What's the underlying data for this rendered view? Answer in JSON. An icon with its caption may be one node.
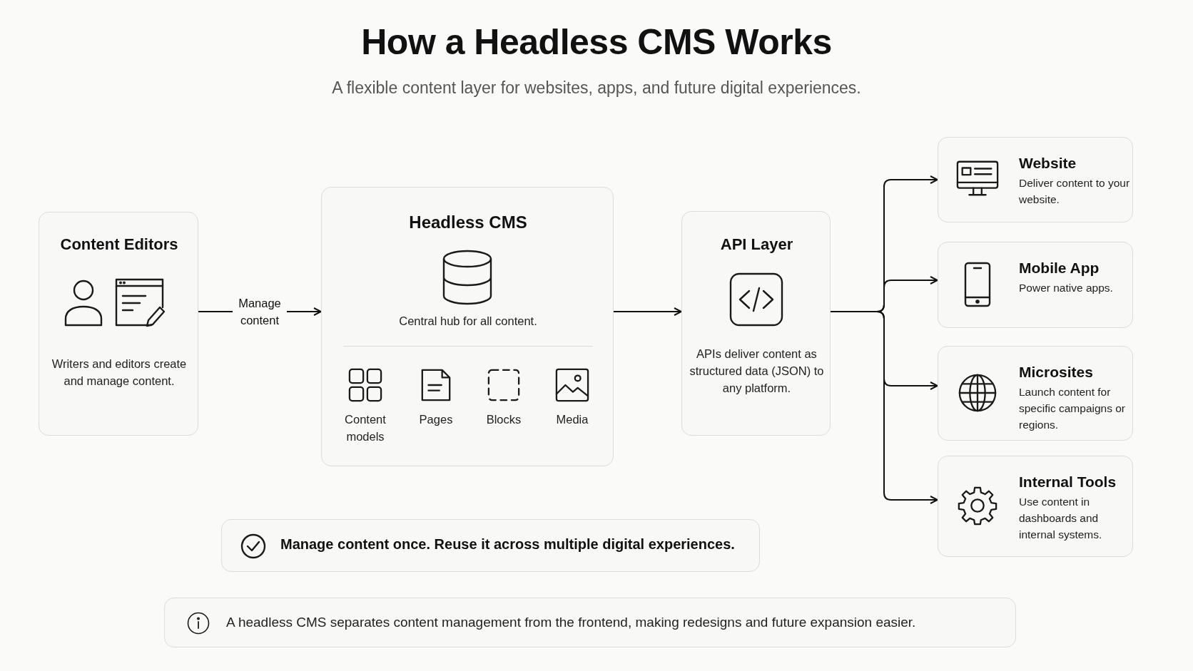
{
  "diagram": {
    "title": "How a Headless CMS Works",
    "nodes": [
      {
        "text": [
          "Content Editors",
          "Writers and editors create and manage content."
        ]
      },
      {
        "text": [
          "Headless CMS",
          "Central hub for all content."
        ]
      },
      {
        "text": [
          "API Layer",
          "APIs deliver content as structured data (JSON) to any platform."
        ]
      },
      {
        "text": [
          "Website",
          "Deliver content to your website."
        ]
      },
      {
        "text": [
          "Mobile App",
          "Power native apps."
        ]
      },
      {
        "text": [
          "Microsites",
          "Launch content for specific campaigns or regions."
        ]
      },
      {
        "text": [
          "Internal Tools",
          "Use content in dashboards and internal systems."
        ]
      },
      {
        "text": [
          "Manage content once. Reuse it across multiple digital experiences."
        ]
      },
      {
        "text": [
          "A headless CMS separates content management from the frontend, making redesigns and future expansion easier."
        ]
      }
    ],
    "edges": [
      {
        "from": 0,
        "to": 1,
        "label": "Manage content",
        "arrow": "to"
      },
      {
        "from": 1,
        "to": 2,
        "arrow": "to"
      },
      {
        "from": 2,
        "to": 3,
        "arrow": "to"
      },
      {
        "from": 2,
        "to": 4,
        "arrow": "to"
      },
      {
        "from": 2,
        "to": 5,
        "arrow": "to"
      },
      {
        "from": 2,
        "to": 6,
        "arrow": "to"
      }
    ],
    "labels": [
      "A flexible content layer for websites, apps, and future digital experiences.",
      "Content models",
      "Pages",
      "Blocks",
      "Media"
    ]
  }
}
